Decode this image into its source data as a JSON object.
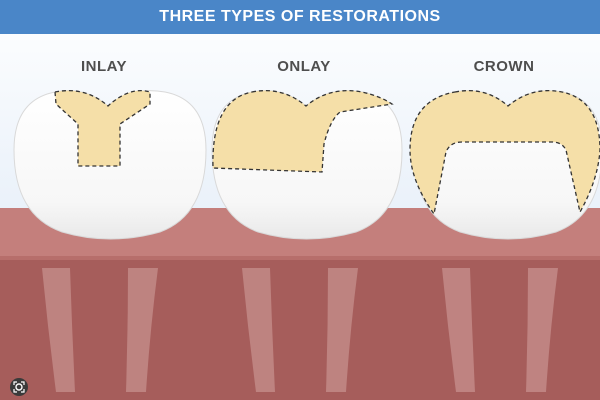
{
  "title": "THREE TYPES OF RESTORATIONS",
  "types": [
    {
      "label": "INLAY"
    },
    {
      "label": "ONLAY"
    },
    {
      "label": "CROWN"
    }
  ],
  "colors": {
    "banner": "#4a86c8",
    "gum": "#c47f7c",
    "root_area": "#a65d5b",
    "tooth": "#ffffff",
    "restoration": "#f5dfa8",
    "outline": "#333333"
  },
  "icons": [
    "lens-icon"
  ]
}
